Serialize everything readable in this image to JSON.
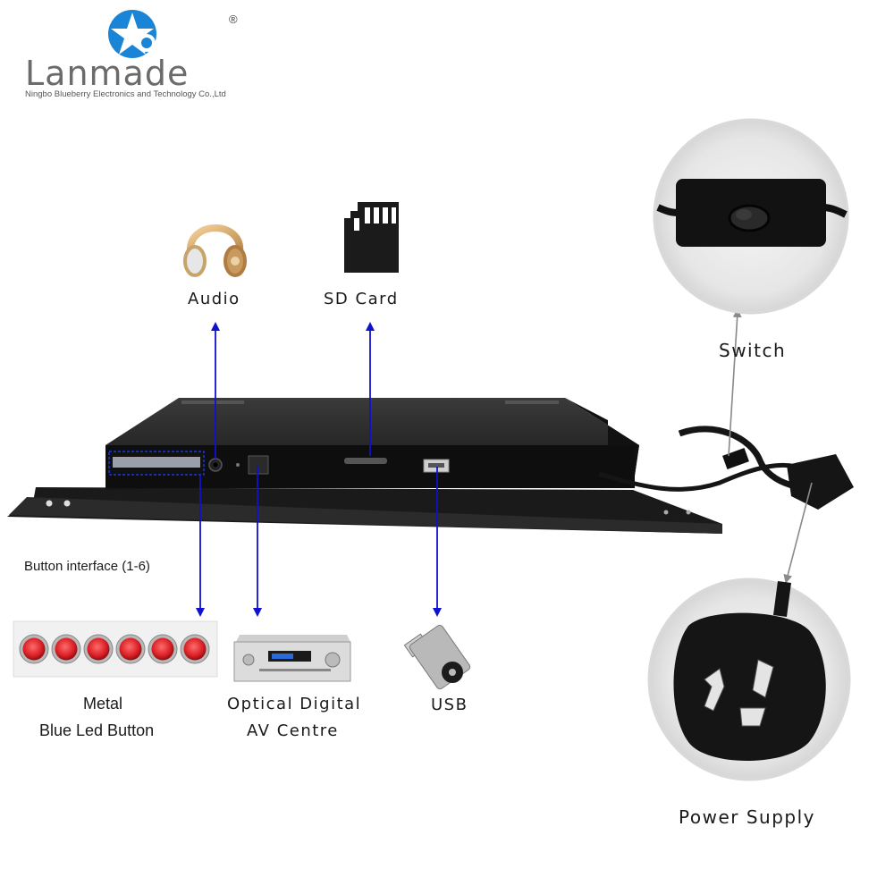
{
  "brand": {
    "name": "Lanmade",
    "subtitle": "Ningbo Blueberry Electronics and Technology Co.,Ltd",
    "registered": "®"
  },
  "callouts": {
    "audio": "Audio",
    "sd_card": "SD Card",
    "switch": "Switch",
    "button_interface": "Button interface (1-6)",
    "metal_line1": "Metal",
    "metal_line2": "Blue Led Button",
    "optical_line1": "Optical Digital",
    "optical_line2": "AV Centre",
    "usb": "USB",
    "power_supply": "Power Supply"
  },
  "button_row": {
    "count": 6,
    "color": "#e0282d"
  },
  "colors": {
    "arrow": "#1010d0",
    "arrow_gray": "#8a8a8a",
    "brand_blue": "#1a84d6",
    "device": "#1d1d1d"
  },
  "icons": [
    "lanmade-star-logo-icon",
    "headphones-icon",
    "sd-card-icon",
    "av-receiver-icon",
    "usb-drive-icon",
    "rocker-switch-icon",
    "power-plug-icon"
  ]
}
